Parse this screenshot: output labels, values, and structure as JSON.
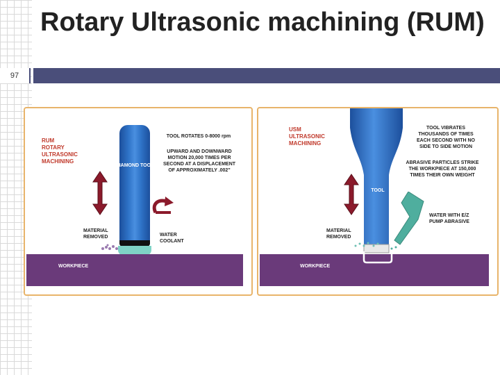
{
  "slide": {
    "number": "97",
    "title": "Rotary Ultrasonic machining (RUM)"
  },
  "rum_panel": {
    "heading_lines": [
      "RUM",
      "ROTARY",
      "ULTRASONIC",
      "MACHINING"
    ],
    "tool_rotates": "TOOL ROTATES 0-8000 rpm",
    "motion_note": "UPWARD AND DOWNWARD MOTION 20,000 TIMES PER SECOND AT A DISPLACEMENT OF APPROXIMATELY .002\"",
    "tool_label": "DIAMOND TOOL",
    "material_removed": "MATERIAL REMOVED",
    "water_coolant": "WATER COOLANT",
    "workpiece": "WORKPIECE",
    "colors": {
      "tool": "#2f74c8",
      "workpiece": "#6a3a7a",
      "arrow": "#8b1a2b",
      "heading": "#c0392b"
    }
  },
  "usm_panel": {
    "heading_lines": [
      "USM",
      "ULTRASONIC",
      "MACHINING"
    ],
    "tool_vibrates": "TOOL VIBRATES THOUSANDS OF TIMES EACH SECOND WITH NO SIDE TO SIDE MOTION",
    "abrasive_note": "ABRASIVE PARTICLES STRIKE THE WORKPIECE AT 150,000 TIMES THEIR OWN WEIGHT",
    "tool_label": "TOOL",
    "water_note": "WATER WITH E/Z PUMP ABRASIVE",
    "material_removed": "MATERIAL REMOVED",
    "workpiece": "WORKPIECE",
    "colors": {
      "tool": "#2f74c8",
      "nozzle": "#4fae9e",
      "workpiece": "#6a3a7a"
    }
  }
}
